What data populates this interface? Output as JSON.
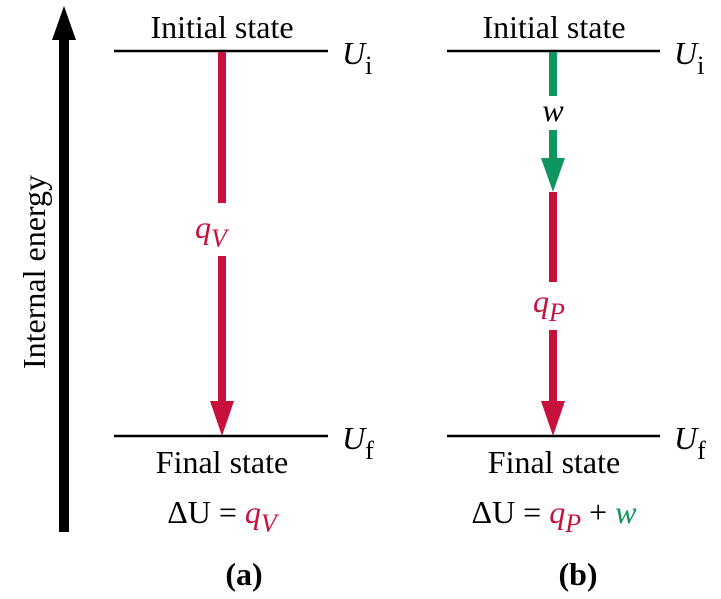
{
  "colors": {
    "heat": "#c8103c",
    "work": "#0e9560",
    "ink": "#000000"
  },
  "axis": {
    "label": "Internal energy"
  },
  "panel_a": {
    "initial_label": "Initial state",
    "final_label": "Final state",
    "u_initial": {
      "symbol": "U",
      "subscript": "i"
    },
    "u_final": {
      "symbol": "U",
      "subscript": "f"
    },
    "heat": {
      "symbol": "q",
      "subscript": "V"
    },
    "equation": {
      "lhs": "ΔU",
      "equals": "=",
      "term_symbol": "q",
      "term_subscript": "V"
    },
    "caption": "(a)"
  },
  "panel_b": {
    "initial_label": "Initial state",
    "final_label": "Final state",
    "u_initial": {
      "symbol": "U",
      "subscript": "i"
    },
    "u_final": {
      "symbol": "U",
      "subscript": "f"
    },
    "work": {
      "symbol": "w"
    },
    "heat": {
      "symbol": "q",
      "subscript": "P"
    },
    "equation": {
      "lhs": "ΔU",
      "equals": "=",
      "term_symbol": "q",
      "term_subscript": "P",
      "plus": "+",
      "work_symbol": "w"
    },
    "caption": "(b)"
  }
}
